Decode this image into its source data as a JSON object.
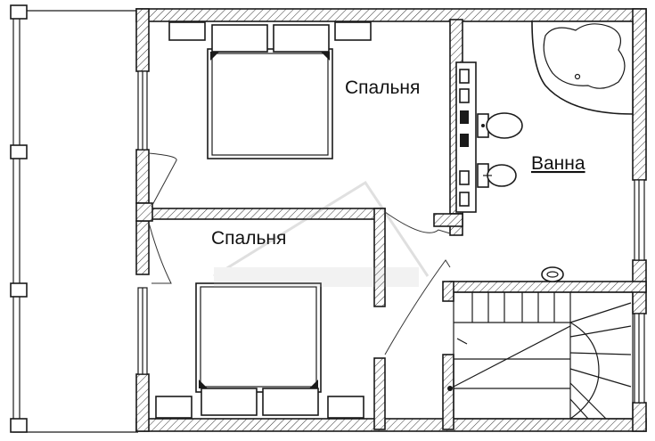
{
  "rooms": {
    "bedroom_top": "Спальня",
    "bedroom_bottom": "Спальня",
    "bathroom": "Ванна"
  }
}
